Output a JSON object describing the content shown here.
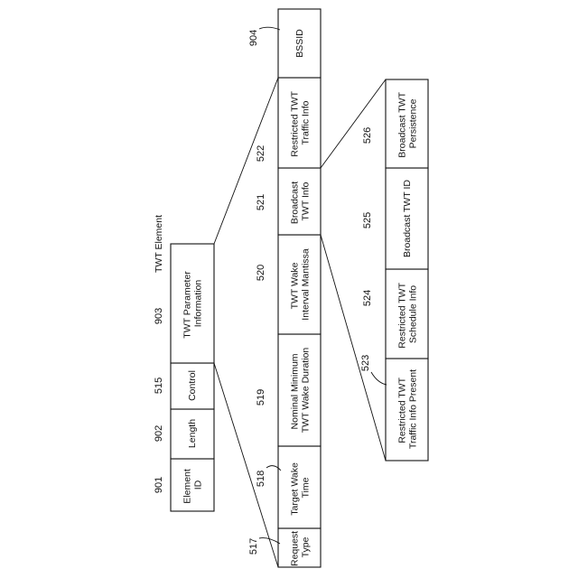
{
  "twt_element": {
    "title": "TWT Element",
    "fields": [
      {
        "ref": "901",
        "label": [
          "Element",
          "ID"
        ]
      },
      {
        "ref": "902",
        "label": [
          "Length"
        ]
      },
      {
        "ref": "515",
        "label": [
          "Control"
        ]
      },
      {
        "ref": "903",
        "label": [
          "TWT Parameter",
          "Information"
        ]
      }
    ]
  },
  "twt_parameter_information": {
    "fields": [
      {
        "ref": "517",
        "label": [
          "Request",
          "Type"
        ]
      },
      {
        "ref": "518",
        "label": [
          "Target Wake",
          "Time"
        ]
      },
      {
        "ref": "519",
        "label": [
          "Nominal Minimum",
          "TWT Wake Duration"
        ]
      },
      {
        "ref": "520",
        "label": [
          "TWT Wake",
          "Interval Mantissa"
        ]
      },
      {
        "ref": "521",
        "label": [
          "Broadcast",
          "TWT Info"
        ]
      },
      {
        "ref": "522",
        "label": [
          "Restricted TWT",
          "Traffic Info"
        ]
      },
      {
        "ref": "904",
        "label": [
          "BSSID"
        ]
      }
    ]
  },
  "broadcast_twt_info": {
    "fields": [
      {
        "ref": "523",
        "label": [
          "Restricted TWT",
          "Traffic Info Present"
        ]
      },
      {
        "ref": "524",
        "label": [
          "Restricted TWT",
          "Schedule Info"
        ]
      },
      {
        "ref": "525",
        "label": [
          "Broadcast TWT ID"
        ]
      },
      {
        "ref": "526",
        "label": [
          "Broadcast TWT",
          "Persistence"
        ]
      }
    ]
  }
}
